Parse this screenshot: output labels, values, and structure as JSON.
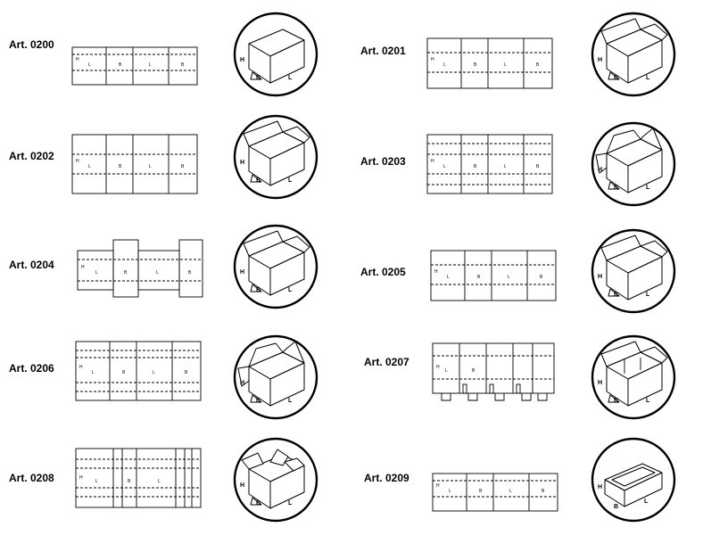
{
  "dimension_labels": {
    "length": "L",
    "width": "B",
    "height": "H"
  },
  "items": [
    {
      "label": "Art. 0200",
      "blank_type": "slotted",
      "box_icon": "open-box-icon"
    },
    {
      "label": "Art. 0201",
      "blank_type": "regular-slotted",
      "box_icon": "flaps-open-box-icon"
    },
    {
      "label": "Art. 0202",
      "blank_type": "overlap-slotted",
      "box_icon": "flaps-open-box-icon"
    },
    {
      "label": "Art. 0203",
      "blank_type": "full-overlap",
      "box_icon": "long-flaps-box-icon"
    },
    {
      "label": "Art. 0204",
      "blank_type": "center-special",
      "box_icon": "flaps-open-box-icon"
    },
    {
      "label": "Art. 0205",
      "blank_type": "slotted-side-flaps",
      "box_icon": "flaps-open-box-icon"
    },
    {
      "label": "Art. 0206",
      "blank_type": "full-overlap-alt",
      "box_icon": "long-flaps-box-icon"
    },
    {
      "label": "Art. 0207",
      "blank_type": "partitioned",
      "box_icon": "partition-box-icon"
    },
    {
      "label": "Art. 0208",
      "blank_type": "double-wall",
      "box_icon": "folded-flaps-box-icon"
    },
    {
      "label": "Art. 0209",
      "blank_type": "tray",
      "box_icon": "tray-box-icon"
    }
  ]
}
